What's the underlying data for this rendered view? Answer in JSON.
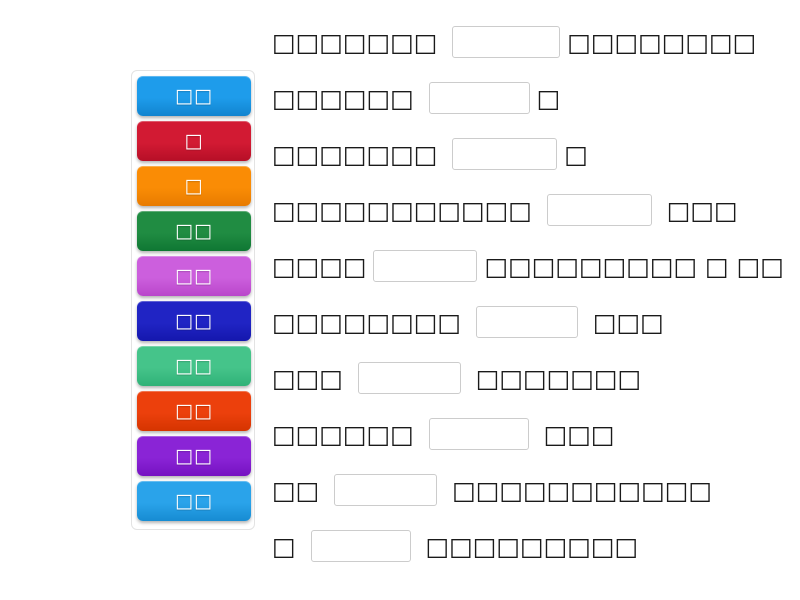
{
  "activity": {
    "type": "drag-and-drop-fill-in-the-blank",
    "background_color": "#ffffff"
  },
  "tile_panel": {
    "border_color": "#e3e3e3",
    "background_color": "#ffffff",
    "tiles": [
      {
        "label": "□□",
        "color": "#1e9ceb",
        "color_dark": "#1184cf",
        "name": "word-tile-1"
      },
      {
        "label": "□",
        "color": "#d21a33",
        "color_dark": "#b60f27",
        "name": "word-tile-2"
      },
      {
        "label": "□",
        "color": "#fa8c05",
        "color_dark": "#e87b00",
        "name": "word-tile-3"
      },
      {
        "label": "□□",
        "color": "#208c42",
        "color_dark": "#0f7733",
        "name": "word-tile-4"
      },
      {
        "label": "□□",
        "color": "#cc5fdd",
        "color_dark": "#b946cb",
        "name": "word-tile-5"
      },
      {
        "label": "□□",
        "color": "#2024c4",
        "color_dark": "#1417ad",
        "name": "word-tile-6"
      },
      {
        "label": "□□",
        "color": "#45c48a",
        "color_dark": "#2fb277",
        "name": "word-tile-7"
      },
      {
        "label": "□□",
        "color": "#ec400c",
        "color_dark": "#d53400",
        "name": "word-tile-8"
      },
      {
        "label": "□□",
        "color": "#8a24d6",
        "color_dark": "#7512c1",
        "name": "word-tile-9"
      },
      {
        "label": "□□",
        "color": "#2aa3ea",
        "color_dark": "#168bd2",
        "name": "word-tile-10"
      }
    ]
  },
  "sentences": {
    "blank_value": "",
    "lines": [
      {
        "id": "line-1",
        "before": "□□□□□□□ ",
        "blank_width": 108,
        "after": "□□□□□□□□"
      },
      {
        "id": "line-2",
        "before": "□□□□□□ ",
        "blank_width": 101,
        "after": "□"
      },
      {
        "id": "line-3",
        "before": "□□□□□□□ ",
        "blank_width": 105,
        "after": "□"
      },
      {
        "id": "line-4",
        "before": "□□□□□□□□□□□ ",
        "blank_width": 105,
        "after": " □□□"
      },
      {
        "id": "line-5",
        "before": "□□□□",
        "blank_width": 104,
        "after": "□□□□□□□□□ □ □□"
      },
      {
        "id": "line-6",
        "before": "□□□□□□□□ ",
        "blank_width": 102,
        "after": " □□□"
      },
      {
        "id": "line-7",
        "before": "□□□ ",
        "blank_width": 103,
        "after": " □□□□□□□"
      },
      {
        "id": "line-8",
        "before": "□□□□□□ ",
        "blank_width": 100,
        "after": " □□□"
      },
      {
        "id": "line-9",
        "before": "□□ ",
        "blank_width": 103,
        "after": " □□□□□□□□□□□"
      },
      {
        "id": "line-10",
        "before": "□ ",
        "blank_width": 100,
        "after": " □□□□□□□□□"
      }
    ]
  }
}
